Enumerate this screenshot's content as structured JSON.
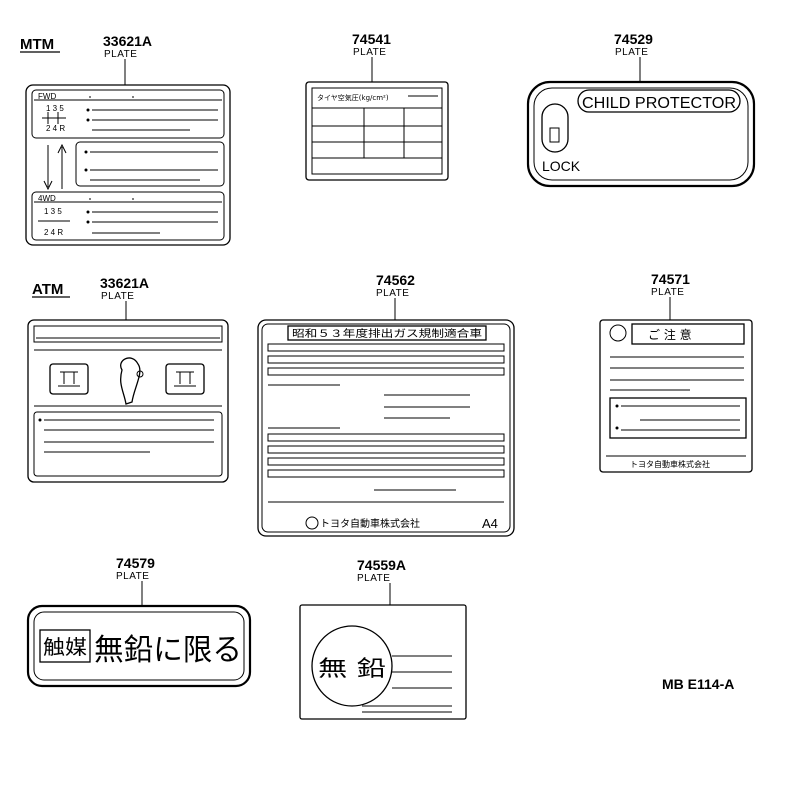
{
  "sections": {
    "mtm": "MTM",
    "atm": "ATM"
  },
  "diagram_code": "MB E114-A",
  "parts": [
    {
      "number": "33621A",
      "desc": "PLATE"
    },
    {
      "number": "74541",
      "desc": "PLATE"
    },
    {
      "number": "74529",
      "desc": "PLATE"
    },
    {
      "number": "33621A",
      "desc": "PLATE"
    },
    {
      "number": "74562",
      "desc": "PLATE"
    },
    {
      "number": "74571",
      "desc": "PLATE"
    },
    {
      "number": "74579",
      "desc": "PLATE"
    },
    {
      "number": "74559A",
      "desc": "PLATE"
    }
  ],
  "labels": {
    "fwd": "FWD",
    "fourwd": "4WD",
    "gear_top": "1 3 5",
    "gear_bottom": "2 4 R",
    "tire_pressure": "タイヤ空気圧(kg/cm²)",
    "child_protector": "CHILD PROTECTOR",
    "lock": "LOCK",
    "emission_header": "昭和５３年度排出ガス規制適合車",
    "toyota_co": "トヨタ自動車株式会社",
    "a4": "A4",
    "caution": "ご 注 意",
    "catalyst": "触媒",
    "unleaded_only": "無鉛に限る",
    "unleaded": "無 鉛"
  }
}
